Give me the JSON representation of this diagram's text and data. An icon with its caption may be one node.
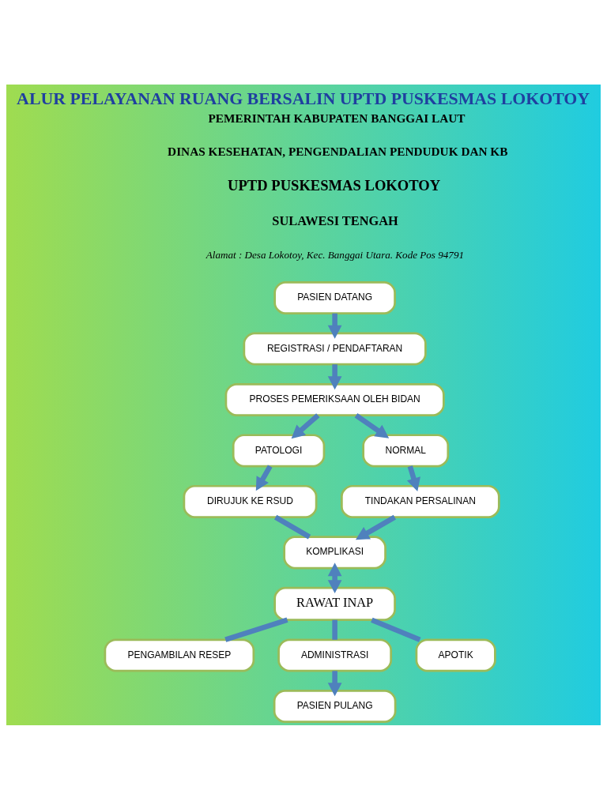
{
  "diagram": {
    "title": "ALUR PELAYANAN RUANG BERSALIN UPTD PUSKESMAS LOKOTOY",
    "nodes": [
      {
        "text": [
          "PASIEN DATANG"
        ]
      },
      {
        "text": [
          "REGISTRASI / PENDAFTARAN"
        ]
      },
      {
        "text": [
          "PROSES PEMERIKSAAN OLEH BIDAN"
        ]
      },
      {
        "text": [
          "DIRUJUK KE RSUD"
        ]
      },
      {
        "text": [
          "PATOLOGI"
        ]
      },
      {
        "text": [
          "NORMAL"
        ]
      },
      {
        "text": [
          "TINDAKAN PERSALINAN"
        ]
      },
      {
        "text": [
          "KOMPLIKASI"
        ]
      },
      {
        "text": [
          "RAWAT INAP"
        ]
      },
      {
        "text": [
          "PENGAMBILAN RESEP"
        ]
      },
      {
        "text": [
          "APOTIK"
        ]
      },
      {
        "text": [
          "ADMINISTRASI"
        ]
      },
      {
        "text": [
          "PASIEN PULANG"
        ]
      }
    ],
    "edges": [
      {
        "from": 0,
        "to": 1,
        "arrow": "to"
      },
      {
        "from": 1,
        "to": 2,
        "arrow": "to"
      },
      {
        "from": 2,
        "to": 4,
        "arrow": "to"
      },
      {
        "from": 2,
        "to": 5,
        "arrow": "to"
      },
      {
        "from": 4,
        "to": 3,
        "arrow": "to"
      },
      {
        "from": 5,
        "to": 6,
        "arrow": "to"
      },
      {
        "from": 6,
        "to": 7,
        "arrow": "to"
      },
      {
        "from": 3,
        "to": 7,
        "arrow": "none"
      },
      {
        "from": 7,
        "to": 8,
        "arrow": "both"
      },
      {
        "from": 8,
        "to": 9,
        "arrow": "none"
      },
      {
        "from": 8,
        "to": 11,
        "arrow": "none"
      },
      {
        "from": 8,
        "to": 10,
        "arrow": "none"
      },
      {
        "from": 11,
        "to": 12,
        "arrow": "to"
      }
    ],
    "labels": [
      "PEMERINTAH KABUPATEN BANGGAI LAUT",
      "DINAS KESEHATAN, PENGENDALIAN PENDUDUK DAN KB",
      "UPTD PUSKESMAS LOKOTOY",
      "SULAWESI TENGAH",
      "Alamat : Desa Lokotoy, Kec. Banggai Utara. Kode Pos 94791"
    ]
  }
}
